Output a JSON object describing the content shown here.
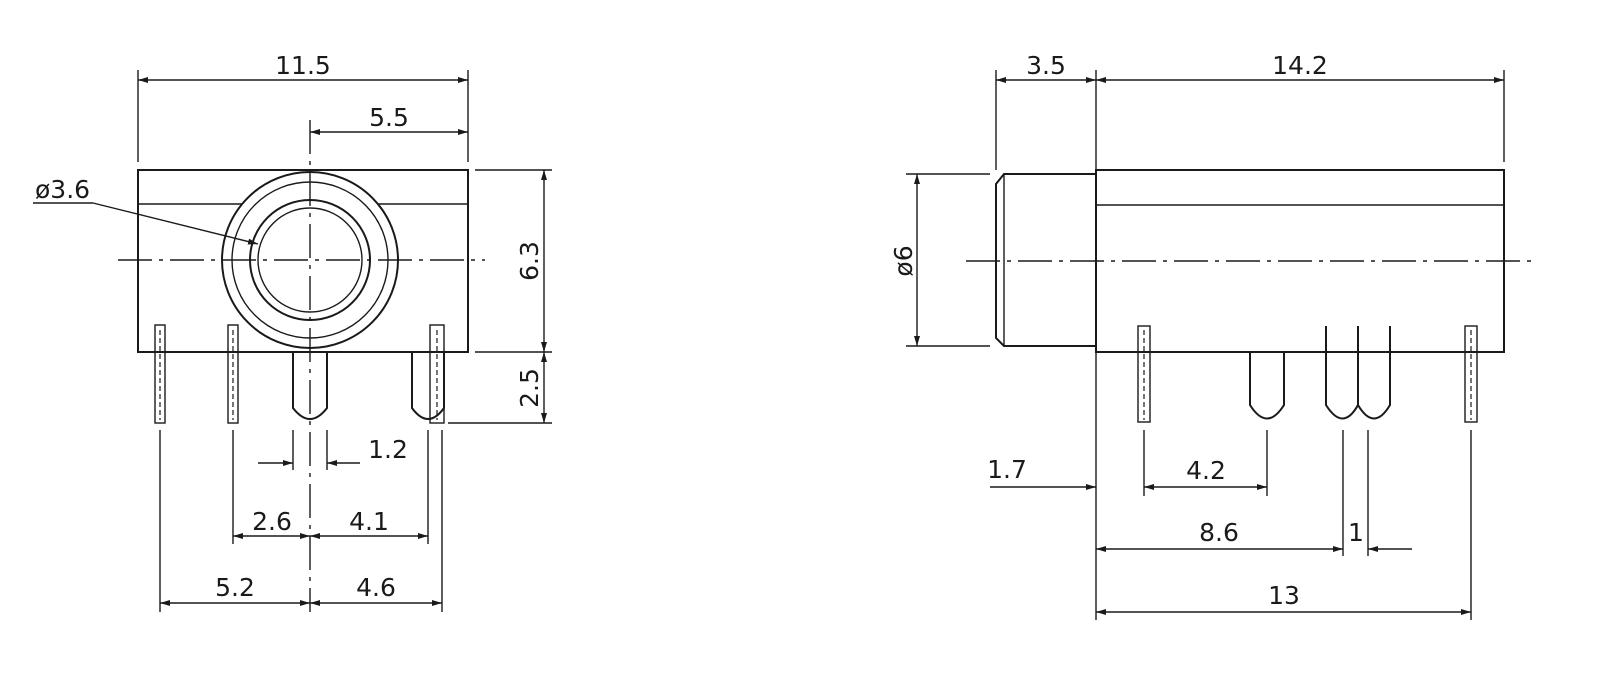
{
  "front_view": {
    "overall_width": "11.5",
    "hole_offset": "5.5",
    "hole_diameter": "ø3.6",
    "body_height": "6.3",
    "pin_length": "2.5",
    "pin_width": "1.2",
    "pin_offset_left_inner": "2.6",
    "pin_offset_right_inner": "4.1",
    "pin_offset_left_outer": "5.2",
    "pin_offset_right_outer": "4.6"
  },
  "side_view": {
    "sleeve_length": "3.5",
    "body_length": "14.2",
    "sleeve_diameter": "ø6",
    "front_offset": "1.7",
    "pin_pitch": "4.2",
    "pin_distance": "8.6",
    "pin_spacing": "1",
    "total_pin_span": "13"
  }
}
